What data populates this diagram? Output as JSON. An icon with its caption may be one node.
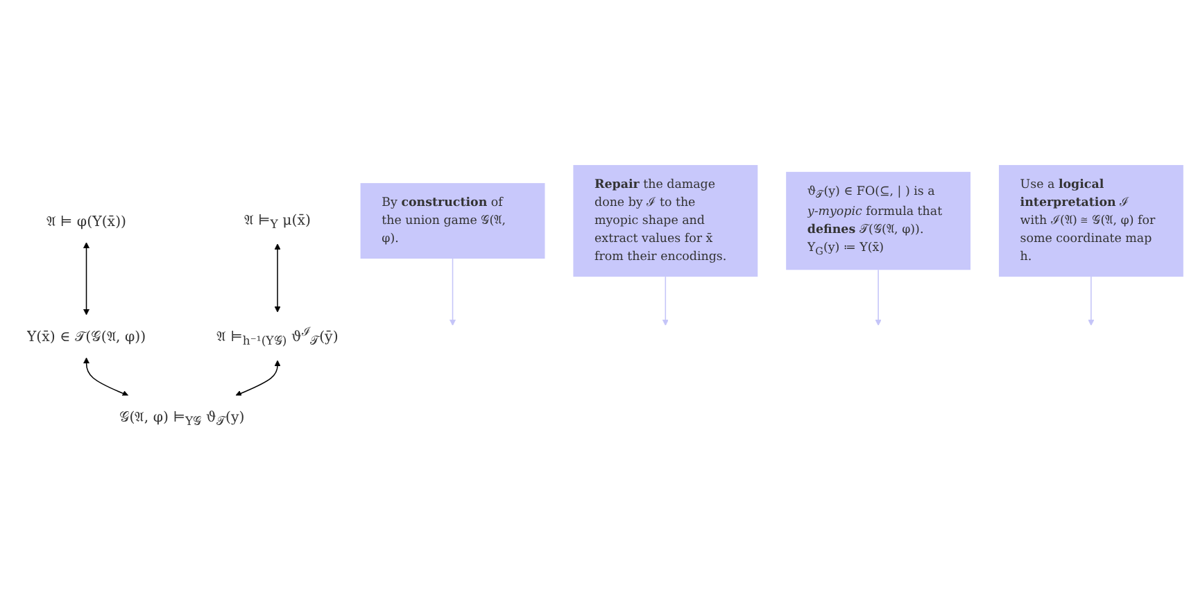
{
  "diagram": {
    "nodes": [
      {
        "text": [
          "𝔄 ⊨ φ(Y(x̄))"
        ]
      },
      {
        "text": [
          "𝔄 ⊨$_{Y}$ μ(x̄)"
        ]
      },
      {
        "text": [
          "Y(x̄) ∈ 𝒯(𝒢(𝔄, φ))"
        ]
      },
      {
        "text": [
          "𝔄 ⊨$_{h⁻¹(Y𝒢)}$ ϑ$^{ℐ}$$_{𝒯}$(ȳ)"
        ]
      },
      {
        "text": [
          "𝒢(𝔄, φ) ⊨$_{Y𝒢}$ ϑ$_{𝒯}$(y)"
        ]
      },
      {
        "text": [
          "By **construction** of the union game 𝒢(𝔄, φ)."
        ]
      },
      {
        "text": [
          "**Repair** the damage done by ℐ to the myopic shape and extract values for x̄ from their encodings."
        ]
      },
      {
        "text": [
          "ϑ$_{𝒯}$(y) ∈ FO(⊆, | ) is a *y-myopic* formula that **defines** 𝒯(𝒢(𝔄, φ)).",
          "Y$_{G}$(y) ≔ Y(x̄)"
        ]
      },
      {
        "text": [
          "Use a **logical interpretation** ℐ with ℐ(𝔄) ≅ 𝒢(𝔄, φ) for some coordinate map h."
        ]
      }
    ],
    "edges": [
      {
        "from": 0,
        "to": 2,
        "arrow": "both"
      },
      {
        "from": 2,
        "to": 4,
        "arrow": "both"
      },
      {
        "from": 4,
        "to": 3,
        "arrow": "both"
      },
      {
        "from": 3,
        "to": 1,
        "arrow": "both"
      },
      {
        "from": 5,
        "to": null,
        "arrow": "to",
        "color": "#c4c4f8"
      },
      {
        "from": 6,
        "to": null,
        "arrow": "to",
        "color": "#c4c4f8"
      },
      {
        "from": 7,
        "to": null,
        "arrow": "to",
        "color": "#c4c4f8"
      },
      {
        "from": 8,
        "to": null,
        "arrow": "to",
        "color": "#c4c4f8"
      }
    ]
  }
}
